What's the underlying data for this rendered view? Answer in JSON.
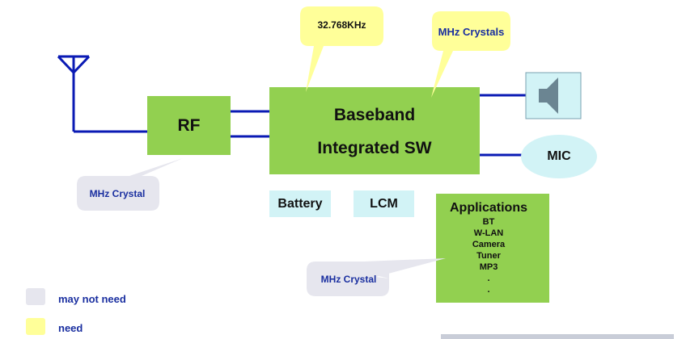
{
  "colors": {
    "green": "#92d050",
    "cyan": "#d2f3f6",
    "yellow": "#ffff99",
    "gray": "#e6e6ee",
    "wire": "#0a1ab4"
  },
  "diagram": {
    "rf": "RF",
    "baseband_line1": "Baseband",
    "baseband_line2": "Integrated SW",
    "battery": "Battery",
    "lcm": "LCM",
    "mic": "MIC",
    "applications": {
      "title": "Applications",
      "items": [
        "BT",
        "W-LAN",
        "Camera",
        "Tuner",
        "MP3",
        ".",
        "."
      ]
    },
    "callouts": {
      "crystal_32k": "32.768KHz",
      "mhz_crystals": "MHz Crystals",
      "rf_crystal": "MHz Crystal",
      "app_crystal": "MHz Crystal"
    },
    "nodes": [
      "antenna-icon",
      "speaker-icon"
    ]
  },
  "legend": {
    "may_not_need": "may not need",
    "need": "need"
  }
}
